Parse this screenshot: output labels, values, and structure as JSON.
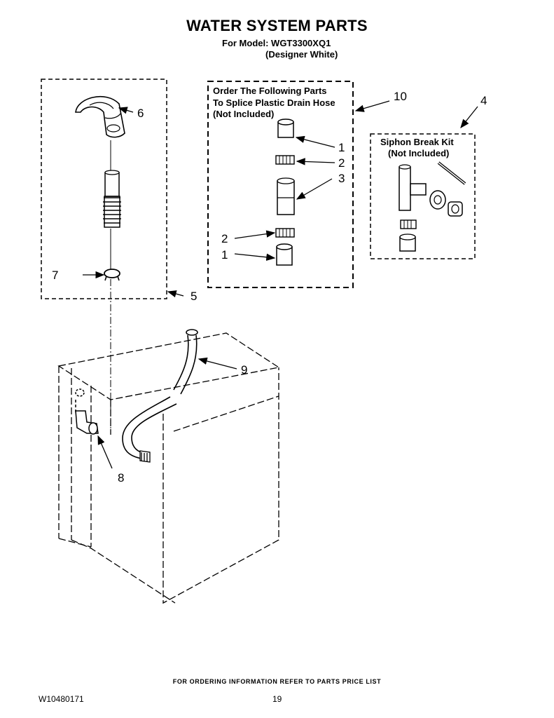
{
  "header": {
    "title": "WATER SYSTEM PARTS",
    "model_line": "For Model: WGT3300XQ1",
    "variant_line": "(Designer White)"
  },
  "splice_box": {
    "line1": "Order The Following Parts",
    "line2": "To Splice Plastic Drain Hose",
    "line3": "(Not Included)"
  },
  "siphon_box": {
    "line1": "Siphon Break Kit",
    "line2": "(Not Included)"
  },
  "callouts": {
    "c1_top": "1",
    "c2_top": "2",
    "c3": "3",
    "c2_bottom": "2",
    "c1_bottom": "1",
    "c4": "4",
    "c5": "5",
    "c6": "6",
    "c7": "7",
    "c8": "8",
    "c9": "9",
    "c10": "10"
  },
  "footer": {
    "ordering_note": "FOR ORDERING INFORMATION REFER TO PARTS PRICE LIST",
    "doc_number": "W10480171",
    "page_number": "19"
  }
}
